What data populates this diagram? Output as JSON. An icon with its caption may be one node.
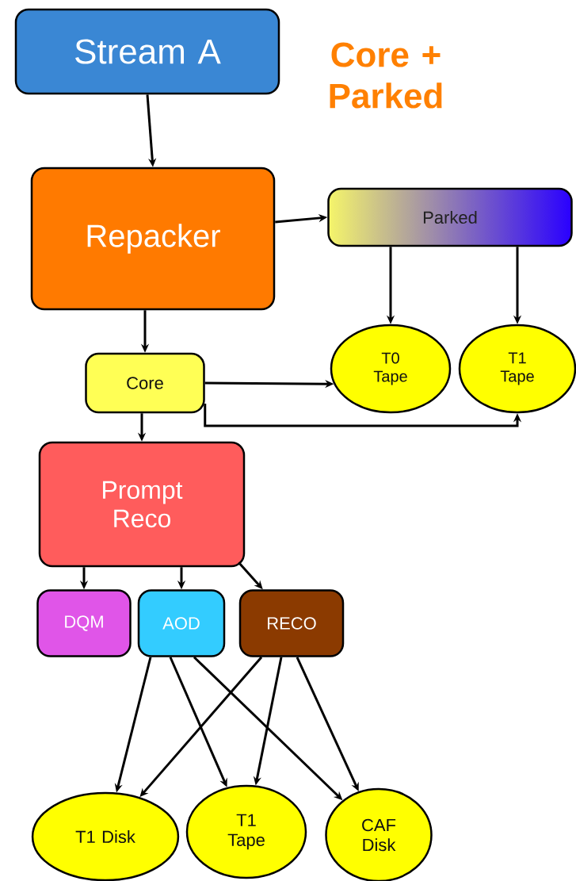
{
  "diagram": {
    "nodes": [
      {
        "text": [
          "Stream A"
        ]
      },
      {
        "text": [
          "Repacker"
        ]
      },
      {
        "text": [
          "Parked"
        ]
      },
      {
        "text": [
          "Core"
        ]
      },
      {
        "text": [
          "T0 Tape"
        ]
      },
      {
        "text": [
          "T1 Tape"
        ]
      },
      {
        "text": [
          "Prompt Reco"
        ]
      },
      {
        "text": [
          "DQM"
        ]
      },
      {
        "text": [
          "AOD"
        ]
      },
      {
        "text": [
          "RECO"
        ]
      },
      {
        "text": [
          "T1 Disk"
        ]
      },
      {
        "text": [
          "T1 Tape"
        ]
      },
      {
        "text": [
          "CAF Disk"
        ]
      }
    ],
    "edges": [
      {
        "from": 0,
        "to": 1,
        "arrow": "to"
      },
      {
        "from": 1,
        "to": 2,
        "arrow": "to"
      },
      {
        "from": 1,
        "to": 3,
        "arrow": "to"
      },
      {
        "from": 2,
        "to": 4,
        "arrow": "to"
      },
      {
        "from": 2,
        "to": 5,
        "arrow": "to"
      },
      {
        "from": 3,
        "to": 4,
        "arrow": "to"
      },
      {
        "from": 3,
        "to": 5,
        "arrow": "to"
      },
      {
        "from": 3,
        "to": 6,
        "arrow": "to"
      },
      {
        "from": 6,
        "to": 7,
        "arrow": "to"
      },
      {
        "from": 6,
        "to": 8,
        "arrow": "to"
      },
      {
        "from": 6,
        "to": 9,
        "arrow": "to"
      },
      {
        "from": 8,
        "to": 10,
        "arrow": "to"
      },
      {
        "from": 8,
        "to": 11,
        "arrow": "to"
      },
      {
        "from": 8,
        "to": 12,
        "arrow": "to"
      },
      {
        "from": 9,
        "to": 10,
        "arrow": "to"
      },
      {
        "from": 9,
        "to": 11,
        "arrow": "to"
      },
      {
        "from": 9,
        "to": 12,
        "arrow": "to"
      }
    ],
    "labels": [
      "Core + Parked"
    ]
  }
}
